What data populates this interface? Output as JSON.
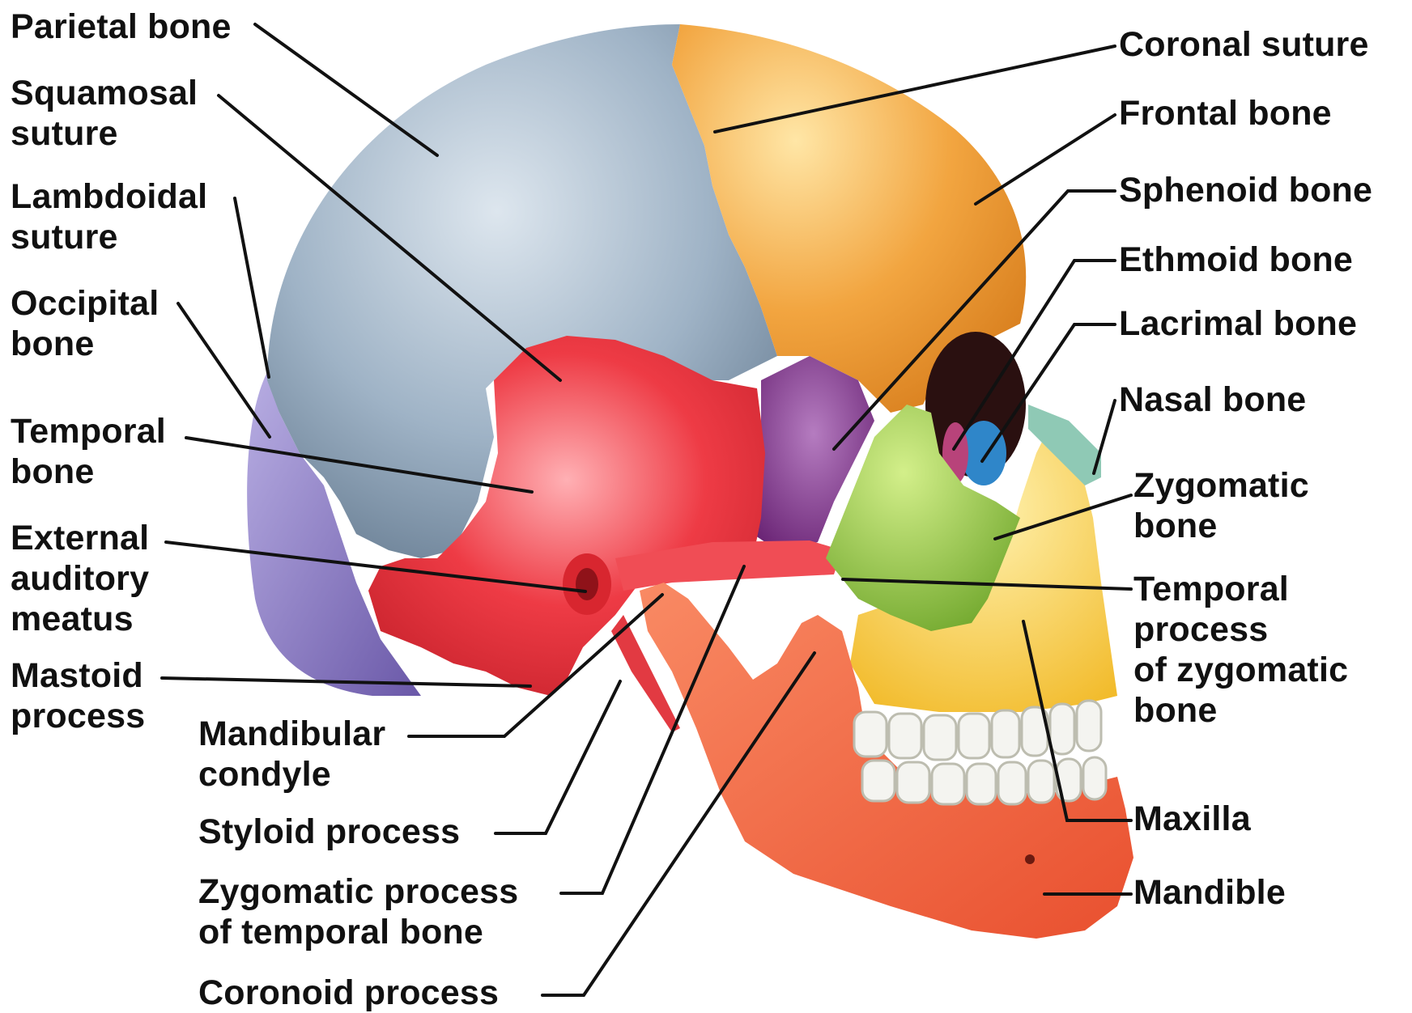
{
  "diagram": {
    "labels_left": {
      "parietal_bone": "Parietal bone",
      "squamosal_suture": "Squamosal\nsuture",
      "lambdoidal_suture": "Lambdoidal\nsuture",
      "occipital_bone": "Occipital\nbone",
      "temporal_bone": "Temporal\nbone",
      "external_auditory_meatus": "External\nauditory\nmeatus",
      "mastoid_process": "Mastoid\nprocess"
    },
    "labels_bottom": {
      "mandibular_condyle": "Mandibular\ncondyle",
      "styloid_process": "Styloid process",
      "zygomatic_process": "Zygomatic process\nof temporal bone",
      "coronoid_process": "Coronoid process"
    },
    "labels_right": {
      "coronal_suture": "Coronal suture",
      "frontal_bone": "Frontal bone",
      "sphenoid_bone": "Sphenoid bone",
      "ethmoid_bone": "Ethmoid bone",
      "lacrimal_bone": "Lacrimal bone",
      "nasal_bone": "Nasal bone",
      "zygomatic_bone": "Zygomatic\nbone",
      "temporal_process": "Temporal\nprocess\nof zygomatic\nbone",
      "maxilla": "Maxilla",
      "mandible": "Mandible"
    },
    "colors": {
      "parietal": "#9fb3c6",
      "frontal": "#f2a540",
      "temporal": "#ee3b45",
      "occipital": "#8a78c4",
      "sphenoid": "#84378f",
      "zygomatic": "#8dc63f",
      "maxilla": "#f7cf4a",
      "mandible": "#f0643c",
      "nasal": "#8fc9b5",
      "lacrimal": "#2f86c9",
      "ethmoid": "#b8437a",
      "teeth": "#f4f4f0",
      "leader_line": "#111111"
    }
  }
}
